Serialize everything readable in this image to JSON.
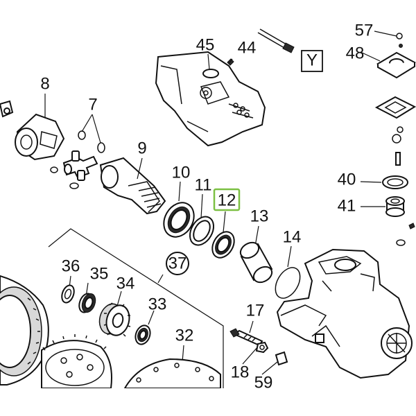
{
  "callouts": {
    "n45": "45",
    "n44": "44",
    "ny": "Y",
    "n57": "57",
    "n48": "48",
    "n8": "8",
    "n7": "7",
    "n9": "9",
    "n10": "10",
    "n11": "11",
    "n12": "12",
    "n13": "13",
    "n14": "14",
    "n40": "40",
    "n41": "41",
    "n36": "36",
    "n35": "35",
    "n34": "34",
    "n37": "37",
    "n33": "33",
    "n32": "32",
    "n17": "17",
    "n18": "18",
    "n59": "59"
  },
  "highlight": {
    "part": "12",
    "color": "#7cc043"
  }
}
